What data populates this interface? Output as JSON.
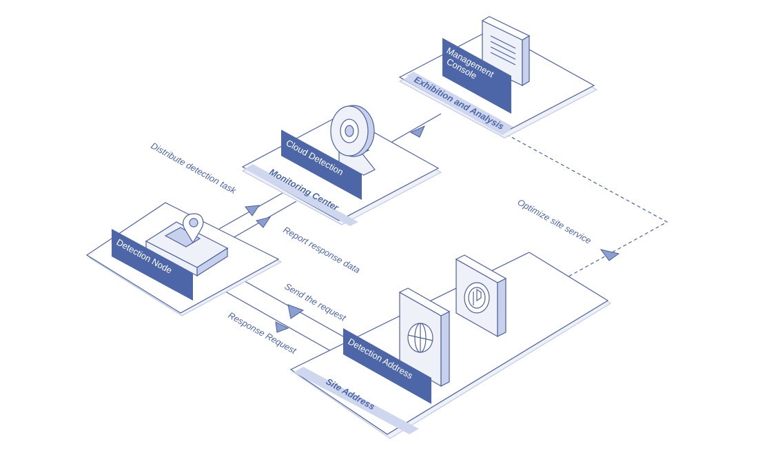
{
  "nodes": {
    "management": {
      "title_line1": "Management",
      "title_line2": "Console",
      "subtitle": "Exhibition and Analysis"
    },
    "cloud": {
      "title": "Cloud Detection",
      "subtitle": "Monitoring Center"
    },
    "node": {
      "title": "Detection Node"
    },
    "address": {
      "title": "Detection Address",
      "subtitle": "Site Address"
    }
  },
  "edges": {
    "distribute": "Distribute detection task",
    "report": "Report response data",
    "send": "Send the request",
    "response": "Response Request",
    "optimize": "Optimize site service"
  },
  "colors": {
    "accent": "#4c66a8",
    "light_accent": "#cfd7ee",
    "stroke": "#4a5fa0"
  }
}
